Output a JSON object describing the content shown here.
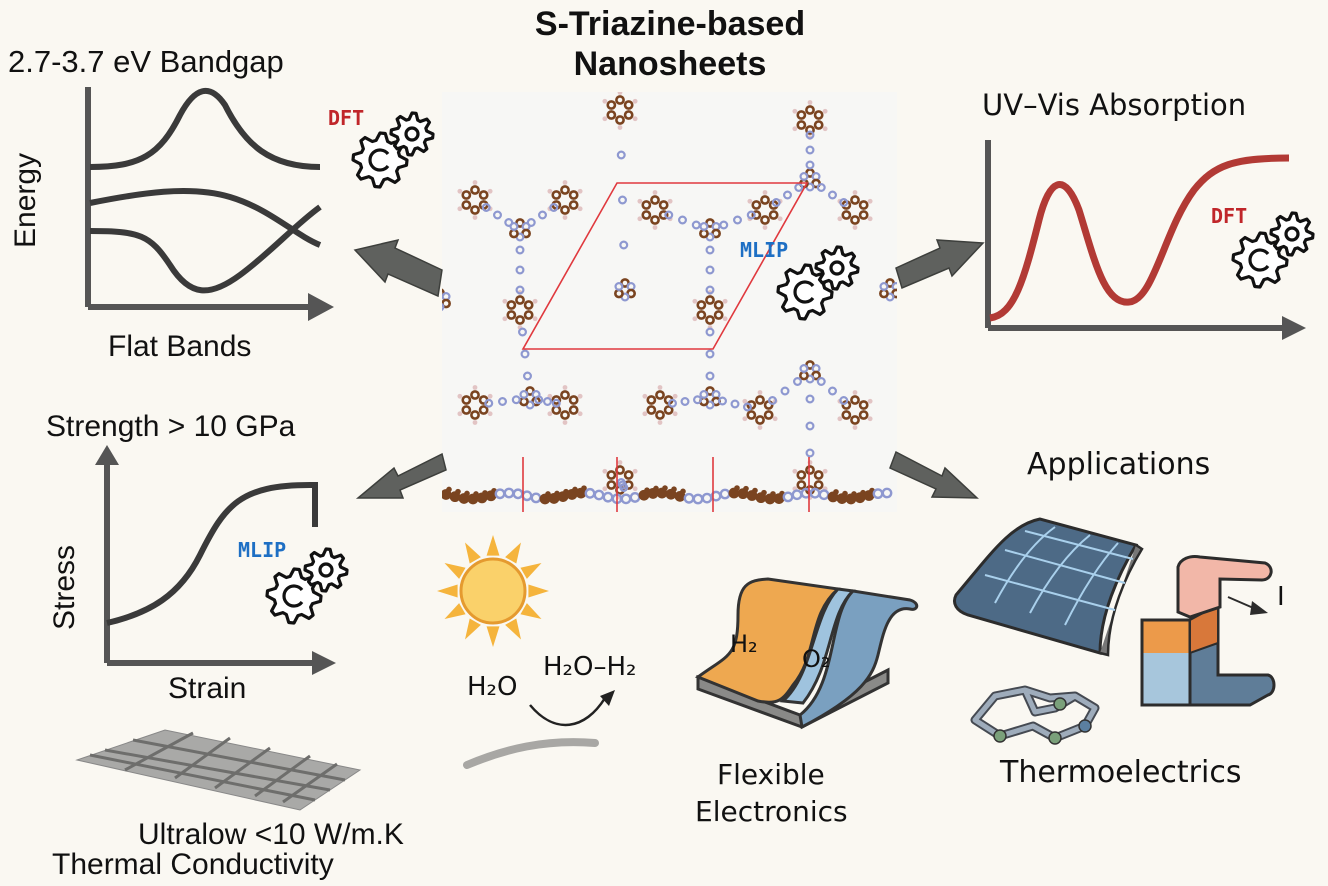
{
  "title": {
    "line1": "S-Triazine-based",
    "line2": "Nanosheets"
  },
  "bandgap_panel": {
    "title": "2.7-3.7 eV Bandgap",
    "y_label": "Energy",
    "x_label": "Flat Bands",
    "method_tag": "DFT",
    "icon": "gears-icon"
  },
  "uvvis_panel": {
    "title": "UV–Vis Absorption",
    "method_tag": "DFT",
    "icon": "gears-icon",
    "curve_color": "#b23a35"
  },
  "mechanical_panel": {
    "title": "Strength > 10 GPa",
    "y_label": "Stress",
    "x_label": "Strain",
    "method_tag": "MLIP",
    "icon": "gears-icon"
  },
  "structure_panel": {
    "method_tag": "MLIP",
    "icon": "gears-icon",
    "colors": {
      "carbon": "#7a4420",
      "nitrogen": "#8e98d0",
      "hydrogen": "#e2c4c4",
      "cell": "#e0393e"
    }
  },
  "thermal_panel": {
    "line1": "Ultralow <10 W/m.K",
    "line2": "Thermal Conductivity"
  },
  "water_splitting": {
    "reactant": "H₂O",
    "product": "H₂O–H₂",
    "icon": "sun-icon"
  },
  "flexible_panel": {
    "label_h2": "H₂",
    "label_o2": "O₂",
    "line1": "Flexible",
    "line2": "Electronics"
  },
  "applications_panel": {
    "title": "Applications",
    "label": "Thermoelectrics",
    "current_label": "I"
  }
}
